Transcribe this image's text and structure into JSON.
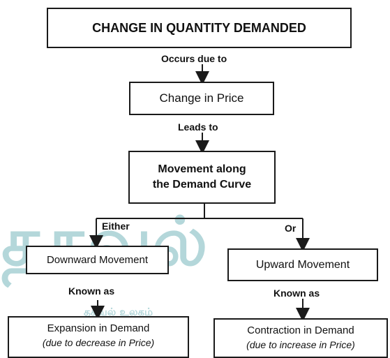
{
  "title": "CHANGE IN QUANTITY DEMANDED",
  "label_occurs": "Occurs due to",
  "node_price": "Change in Price",
  "label_leads": "Leads to",
  "node_movement_line1": "Movement along",
  "node_movement_line2": "the Demand Curve",
  "label_either": "Either",
  "label_or": "Or",
  "node_downward": "Downward Movement",
  "node_upward": "Upward Movement",
  "label_known_left": "Known as",
  "label_known_right": "Known as",
  "node_expansion": "Expansion in Demand",
  "node_expansion_note": "(due to decrease in Price)",
  "node_contraction": "Contraction in Demand",
  "node_contraction_note": "(due to increase in Price)",
  "watermark_text": "தகவல்",
  "watermark_sub": "தகவல் உலகம்",
  "colors": {
    "line": "#1a1a1a",
    "watermark": "#2a8c96"
  }
}
